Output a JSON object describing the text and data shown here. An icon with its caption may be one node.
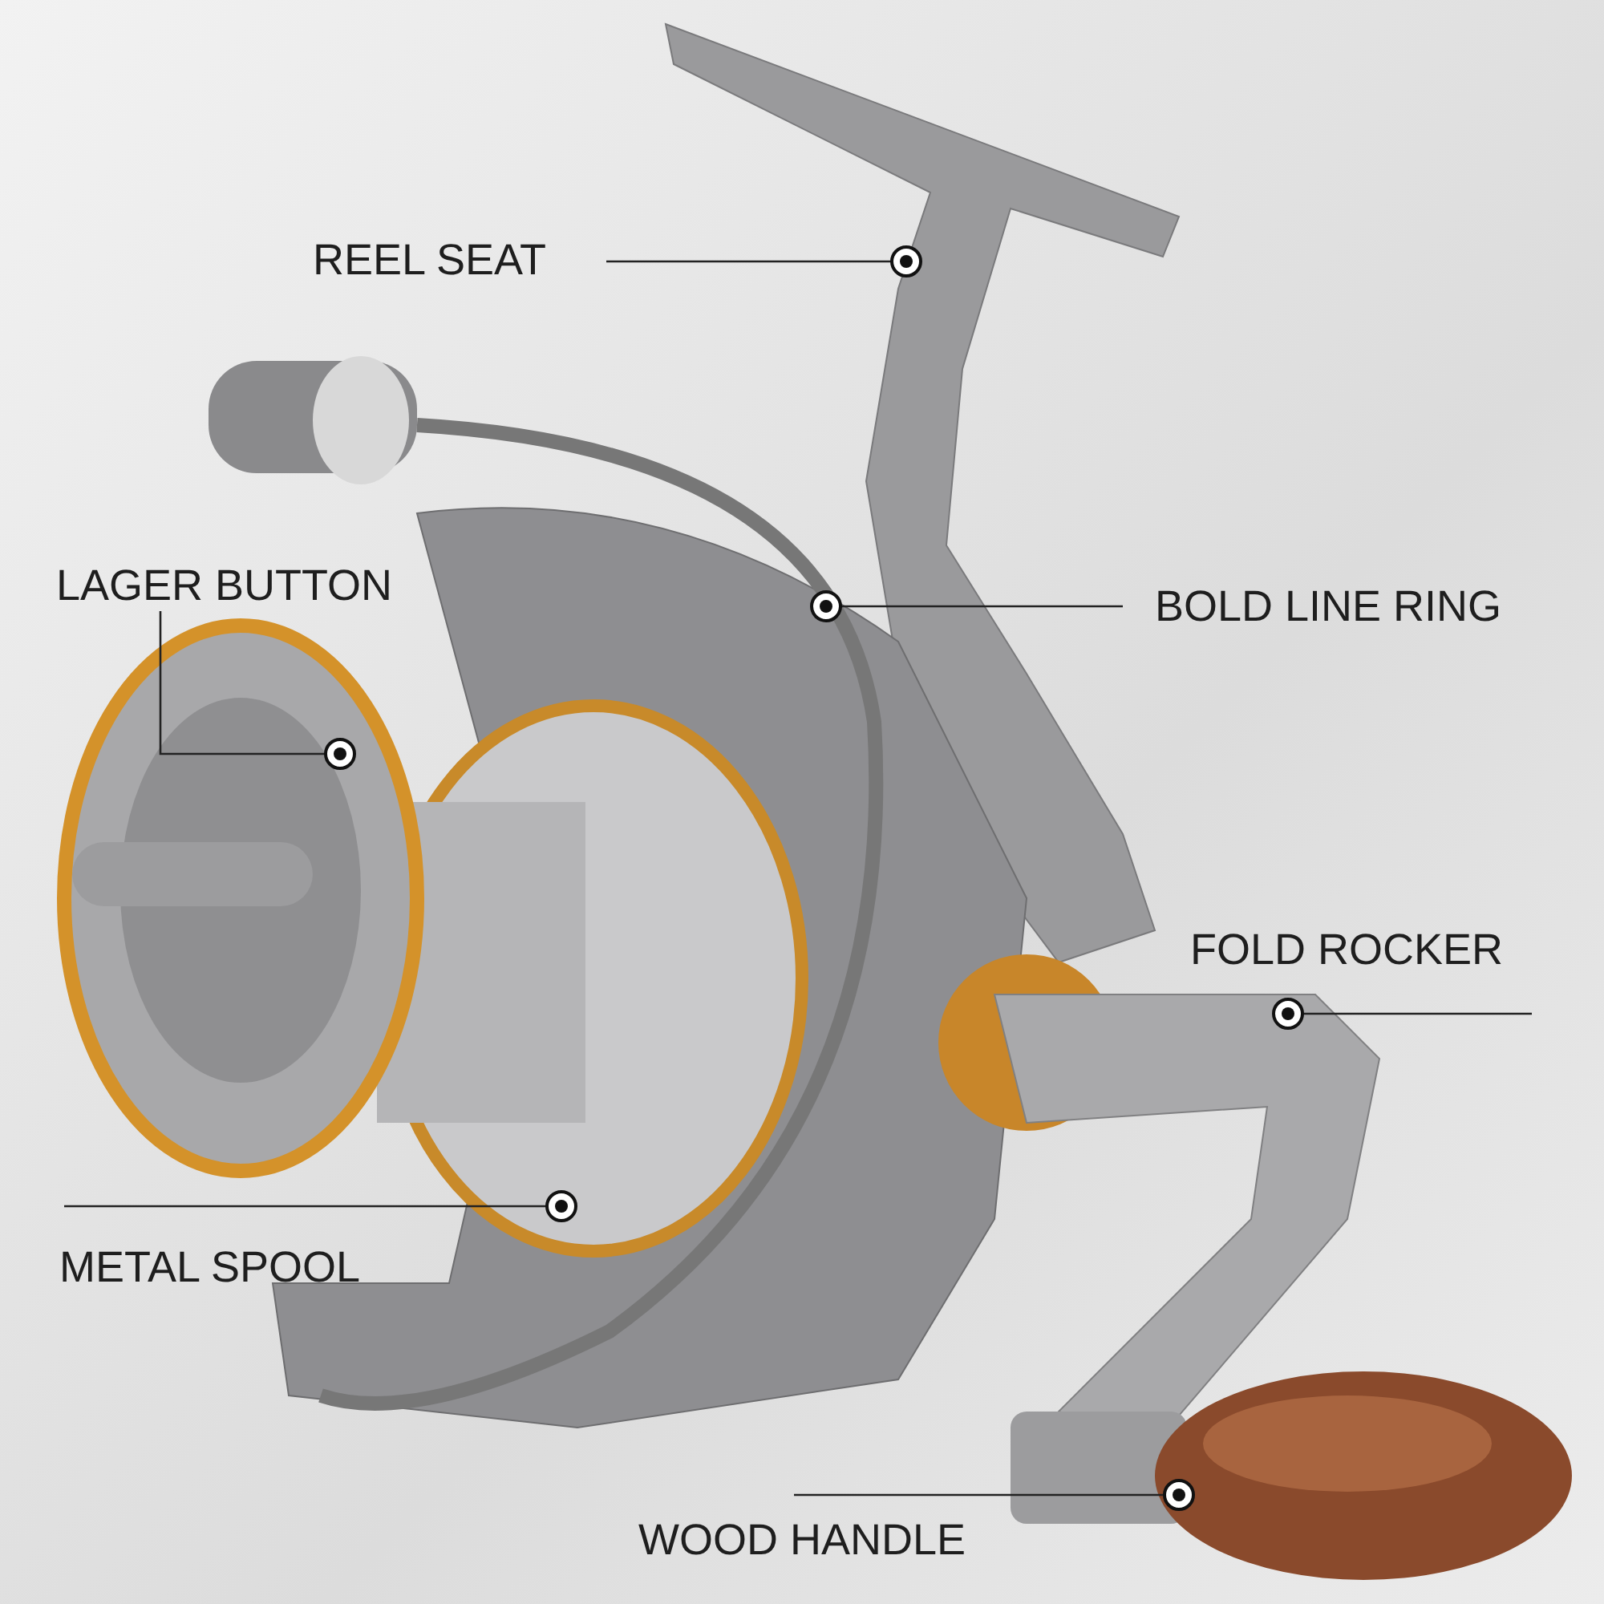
{
  "diagram": {
    "nodes": [
      {
        "text": [
          "REEL SEAT"
        ]
      },
      {
        "text": [
          "LAGER BUTTON"
        ]
      },
      {
        "text": [
          "BOLD LINE RING"
        ]
      },
      {
        "text": [
          "FOLD ROCKER"
        ]
      },
      {
        "text": [
          "METAL SPOOL"
        ]
      },
      {
        "text": [
          "WOOD HANDLE"
        ]
      }
    ],
    "edges": [
      {
        "from": 0,
        "to": null,
        "arrow": "other"
      },
      {
        "from": 1,
        "to": null,
        "arrow": "other"
      },
      {
        "from": 2,
        "to": null,
        "arrow": "other"
      },
      {
        "from": 3,
        "to": null,
        "arrow": "other"
      },
      {
        "from": 4,
        "to": null,
        "arrow": "other"
      },
      {
        "from": 5,
        "to": null,
        "arrow": "other"
      }
    ]
  }
}
